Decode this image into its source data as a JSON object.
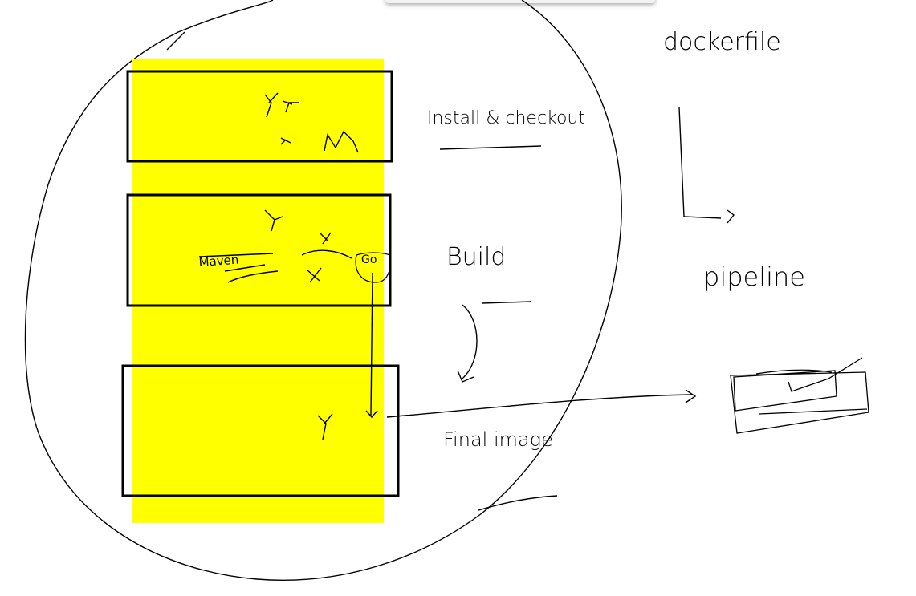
{
  "colors": {
    "background": "#ffffff",
    "highlight": "#ffff00",
    "ink": "#000000"
  },
  "labels": {
    "dockerfile": "dockerfile",
    "install": "Install & checkout",
    "build": "Build",
    "maven": "Maven",
    "go": "Go",
    "final": "Final image",
    "pipeline": "pipeline"
  }
}
